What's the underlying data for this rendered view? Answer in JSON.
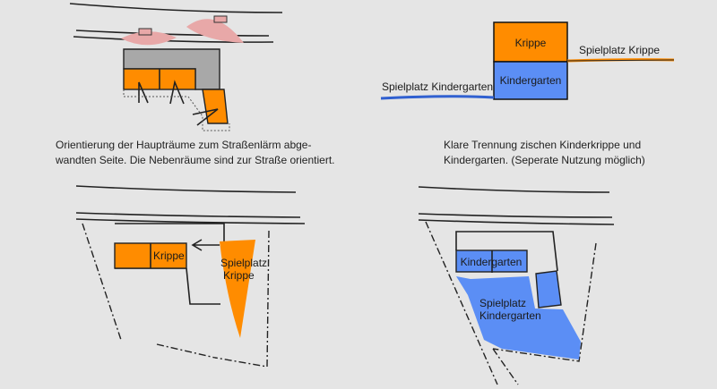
{
  "colors": {
    "background": "#e5e5e5",
    "orange": "#ff8c00",
    "blue": "#5b8ef5",
    "gray": "#a8a8a8",
    "noise": "#e8a8a8"
  },
  "panel1": {
    "caption_line1": "Orientierung der Haupträume zum Straßenlärm abge-",
    "caption_line2": "wandten Seite. Die Nebenräume sind zur Straße orientiert."
  },
  "panel2": {
    "krippe": "Krippe",
    "kindergarten": "Kindergarten",
    "spielplatz_krippe": "Spielplatz Krippe",
    "spielplatz_kindergarten": "Spielplatz Kindergarten",
    "caption_line1": "Klare Trennung zischen Kinderkrippe und",
    "caption_line2": "Kindergarten. (Seperate Nutzung möglich)"
  },
  "panel3": {
    "krippe": "Krippe",
    "spielplatz_line1": "Spielplatz",
    "spielplatz_line2": "Krippe"
  },
  "panel4": {
    "kindergarten": "Kindergarten",
    "spielplatz_line1": "Spielplatz",
    "spielplatz_line2": "Kindergarten"
  }
}
